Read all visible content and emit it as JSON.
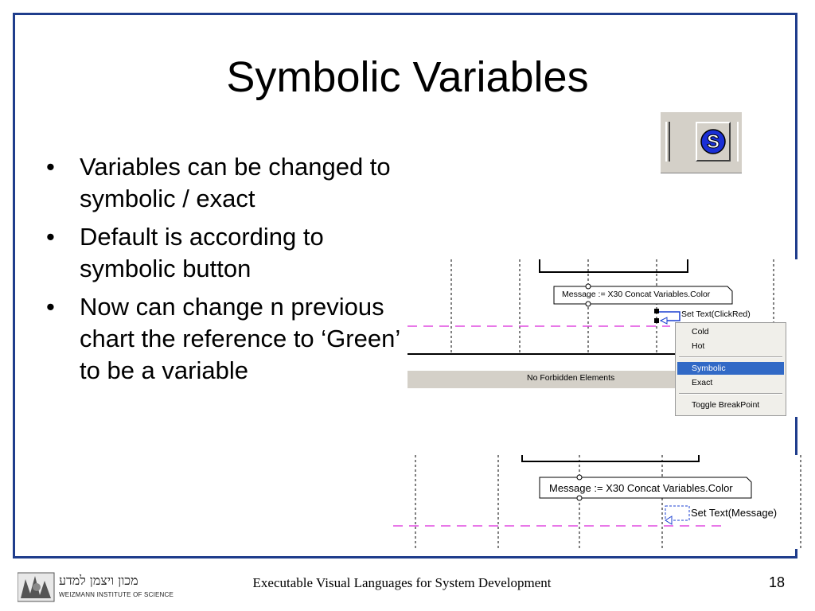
{
  "slide": {
    "title": "Symbolic Variables",
    "bullets": [
      "Variables can be changed to symbolic / exact",
      "Default is according to symbolic button",
      "Now can change n previous chart the reference to ‘Green’ to be a variable"
    ],
    "bullet_glyph": "•",
    "footer": "Executable Visual Languages for System Development",
    "page_number": "18",
    "logo": {
      "hebrew": "מכון ויצמן למדע",
      "english": "WEIZMANN INSTITUTE OF SCIENCE"
    },
    "frame_color": "#1f3d8c"
  },
  "toolbar": {
    "symbolic_button_icon": "symbolic-s-icon",
    "symbolic_button_letter": "S"
  },
  "chart1": {
    "message_note": "Message := X30 Concat Variables.Color",
    "method_label": "Set Text(ClickRed)",
    "forbidden_label": "No Forbidden Elements",
    "context_menu": {
      "items": [
        "Cold",
        "Hot",
        "Symbolic",
        "Exact",
        "Toggle BreakPoint"
      ],
      "selected": "Symbolic",
      "selected_color": "#3169c6"
    }
  },
  "chart2": {
    "message_note": "Message := X30 Concat Variables.Color",
    "method_label": "Set Text(Message)"
  }
}
